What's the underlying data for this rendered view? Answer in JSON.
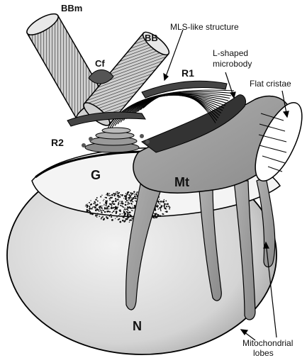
{
  "labels": {
    "bbm": "BBm",
    "bb": "BB",
    "cf": "Cf",
    "r1": "R1",
    "r2": "R2",
    "g": "G",
    "mt": "Mt",
    "n": "N",
    "mls": "MLS-like structure",
    "microbody_line1": "L-shaped",
    "microbody_line2": "microbody",
    "cristae": "Flat cristae",
    "lobes_line1": "Mitochondrial",
    "lobes_line2": "lobes"
  },
  "colors": {
    "nucleus_fill": "#d9d9d9",
    "nucleus_stroke": "#000000",
    "mitochondrion_fill": "#9a9a9a",
    "microbody_fill": "#3a3a3a",
    "basal_body_fill": "#bdbdbd",
    "golgi_fill": "#8a8a8a",
    "background": "#ffffff"
  }
}
